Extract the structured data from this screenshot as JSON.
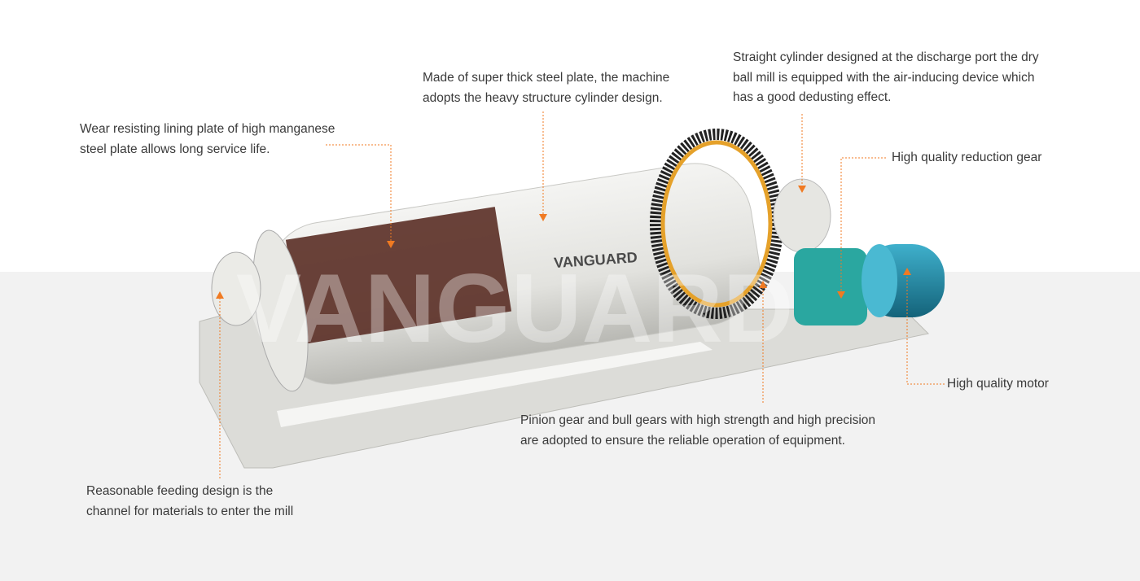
{
  "brand": {
    "logo_text": "VANGUARD",
    "accent": "#f07a22",
    "watermark": "VANGUARD"
  },
  "annotations": {
    "lining": [
      "Wear resisting lining plate of high manganese",
      "steel plate allows long service life."
    ],
    "cylinder": [
      "Made of super thick steel plate, the machine",
      "adopts the heavy structure cylinder design."
    ],
    "discharge": [
      "Straight cylinder designed at the discharge port the dry",
      "ball mill is equipped with the air-inducing device which",
      "has a good dedusting effect."
    ],
    "reduction_gear": [
      "High quality reduction gear"
    ],
    "motor": [
      "High quality motor"
    ],
    "pinion": [
      "Pinion gear and bull gears with high strength and high precision",
      "are adopted to ensure the reliable operation of equipment."
    ],
    "feeding": [
      "Reasonable feeding design is the",
      "channel for materials to enter the mill"
    ]
  },
  "colors": {
    "leader": "#f07a22",
    "text": "#3a3a3a",
    "motor": "#1f8aa5",
    "gearbox": "#2aa7a0"
  }
}
